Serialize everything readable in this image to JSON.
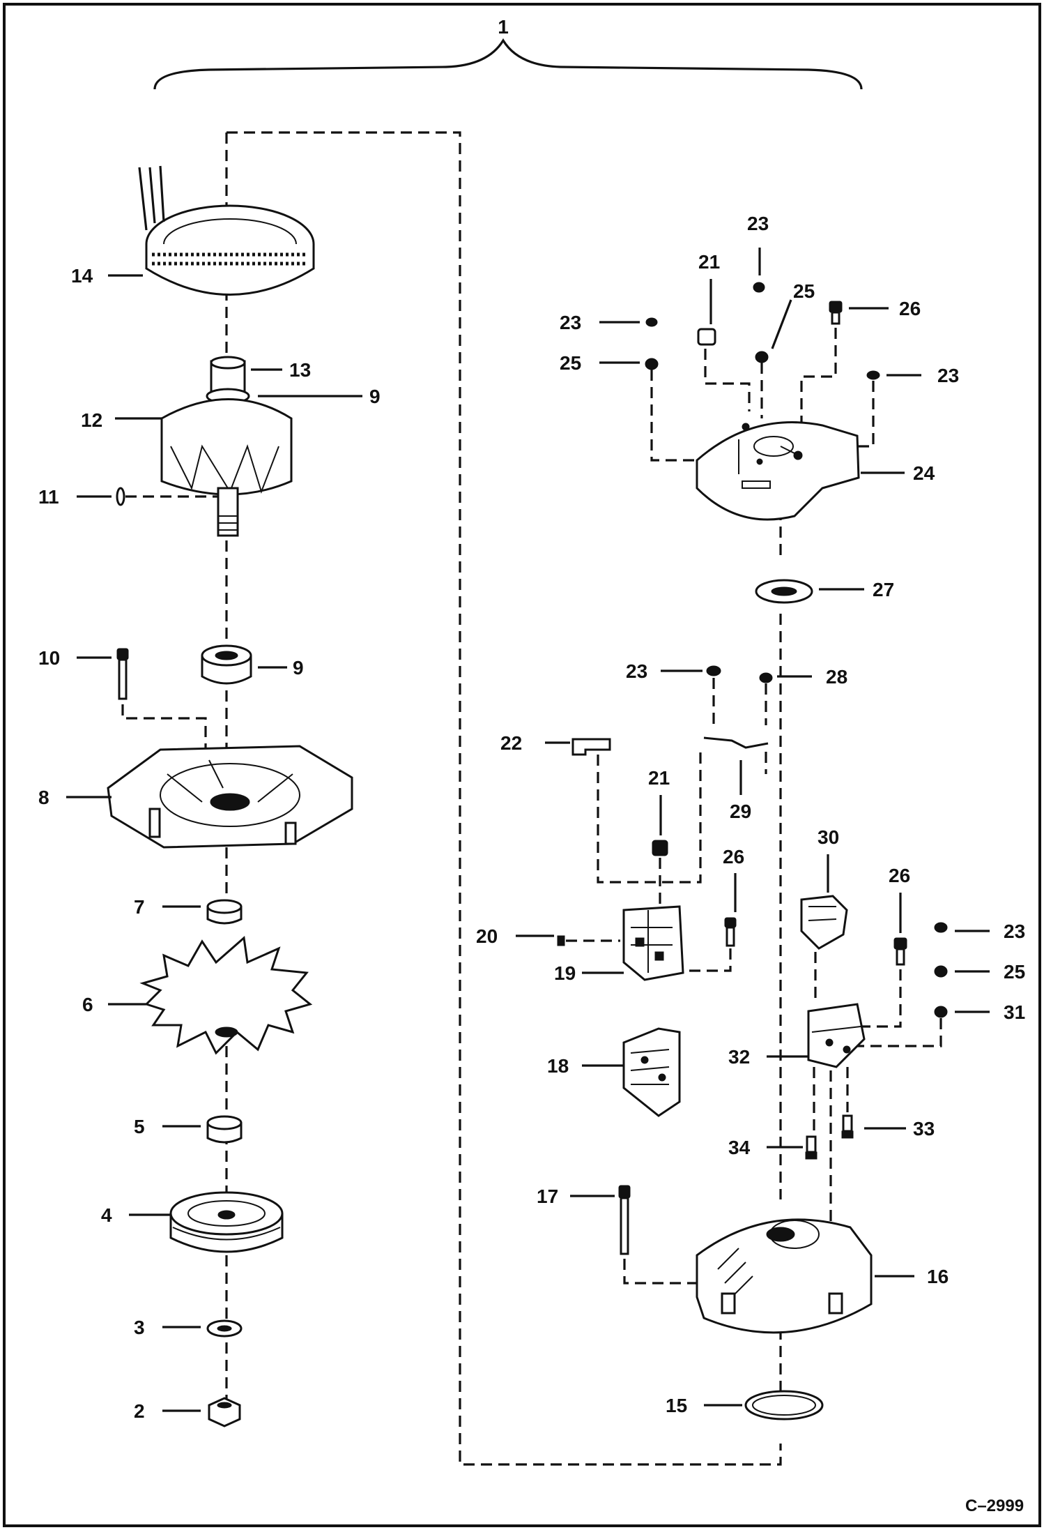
{
  "drawing_code": "C–2999",
  "labels": {
    "p1": "1",
    "p2": "2",
    "p3": "3",
    "p4": "4",
    "p5": "5",
    "p6": "6",
    "p7": "7",
    "p8": "8",
    "p9a": "9",
    "p9b": "9",
    "p10": "10",
    "p11": "11",
    "p12": "12",
    "p13": "13",
    "p14": "14",
    "p15": "15",
    "p16": "16",
    "p17": "17",
    "p18": "18",
    "p19": "19",
    "p20": "20",
    "p21a": "21",
    "p21b": "21",
    "p22": "22",
    "p23a": "23",
    "p23b": "23",
    "p23c": "23",
    "p23d": "23",
    "p23e": "23",
    "p24": "24",
    "p25a": "25",
    "p25b": "25",
    "p25c": "25",
    "p26a": "26",
    "p26b": "26",
    "p26c": "26",
    "p27": "27",
    "p28": "28",
    "p29": "29",
    "p30": "30",
    "p31": "31",
    "p32": "32",
    "p33": "33",
    "p34": "34"
  }
}
